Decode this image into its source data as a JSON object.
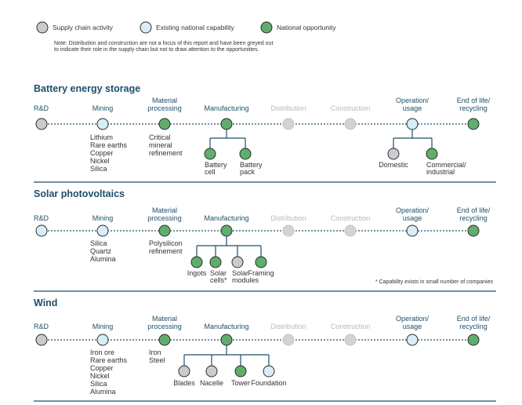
{
  "legend": {
    "items": [
      {
        "label": "Supply chain activity",
        "kind": "activity"
      },
      {
        "label": "Existing national capability",
        "kind": "existing"
      },
      {
        "label": "National opportunity",
        "kind": "opportunity"
      }
    ],
    "note_lines": [
      "Note: Distribution and construction are not a focus of this report and have been greyed out",
      "to indicate their role in the supply chain but not to draw attention to the opportunities."
    ]
  },
  "colors": {
    "activity_fill": "#c8ccd0",
    "existing_fill": "#d7eef8",
    "opportunity_fill": "#5fae6c",
    "greyed_fill": "#d3d3d3",
    "title": "#1d4f6b",
    "stage_label": "#1d4f6b",
    "greyed_label": "#b8b8b8",
    "line": "#1d4f6b"
  },
  "sections": [
    {
      "title": "Battery energy storage",
      "stages": [
        {
          "label": [
            "R&D"
          ],
          "kind": "activity"
        },
        {
          "label": [
            "Mining"
          ],
          "kind": "existing",
          "sub": [
            "Lithium",
            "Rare earths",
            "Copper",
            "Nickel",
            "Silica"
          ]
        },
        {
          "label": [
            "Material",
            "processing"
          ],
          "kind": "opportunity",
          "sub": [
            "Critical",
            "mineral",
            "refinement"
          ]
        },
        {
          "label": [
            "Manufacturing"
          ],
          "kind": "opportunity"
        },
        {
          "label": [
            "Distribution"
          ],
          "kind": "greyed"
        },
        {
          "label": [
            "Construction"
          ],
          "kind": "greyed"
        },
        {
          "label": [
            "Operation/",
            "usage"
          ],
          "kind": "existing"
        },
        {
          "label": [
            "End of life/",
            "recycling"
          ],
          "kind": "opportunity"
        }
      ],
      "branches": [
        {
          "stage": 3,
          "children": [
            {
              "label": [
                "Battery",
                "cell"
              ],
              "kind": "opportunity"
            },
            {
              "label": [
                "Battery",
                "pack"
              ],
              "kind": "opportunity"
            }
          ]
        },
        {
          "stage": 6,
          "children": [
            {
              "label": [
                "Domestic"
              ],
              "kind": "activity"
            },
            {
              "label": [
                "Commercial/",
                "industrial"
              ],
              "kind": "opportunity"
            }
          ]
        }
      ],
      "footnote": ""
    },
    {
      "title": "Solar photovoltaics",
      "stages": [
        {
          "label": [
            "R&D"
          ],
          "kind": "existing"
        },
        {
          "label": [
            "Mining"
          ],
          "kind": "existing",
          "sub": [
            "Silica",
            "Quartz",
            "Alumina"
          ]
        },
        {
          "label": [
            "Material",
            "processing"
          ],
          "kind": "opportunity",
          "sub": [
            "Polysilicon",
            "refinement"
          ]
        },
        {
          "label": [
            "Manufacturing"
          ],
          "kind": "opportunity"
        },
        {
          "label": [
            "Distribution"
          ],
          "kind": "greyed"
        },
        {
          "label": [
            "Construction"
          ],
          "kind": "greyed"
        },
        {
          "label": [
            "Operation/",
            "usage"
          ],
          "kind": "existing"
        },
        {
          "label": [
            "End of life/",
            "recycling"
          ],
          "kind": "opportunity"
        }
      ],
      "branches": [
        {
          "stage": 3,
          "children": [
            {
              "label": [
                "Ingots"
              ],
              "kind": "opportunity"
            },
            {
              "label": [
                "Solar",
                "cells*"
              ],
              "kind": "opportunity"
            },
            {
              "label": [
                "Solar",
                "modules"
              ],
              "kind": "activity"
            },
            {
              "label": [
                "Framing"
              ],
              "kind": "opportunity"
            }
          ]
        }
      ],
      "footnote": "* Capability exists in small number of companies"
    },
    {
      "title": "Wind",
      "stages": [
        {
          "label": [
            "R&D"
          ],
          "kind": "activity"
        },
        {
          "label": [
            "Mining"
          ],
          "kind": "existing",
          "sub": [
            "Iron ore",
            "Rare earths",
            "Copper",
            "Nickel",
            "Silica",
            "Alumina"
          ]
        },
        {
          "label": [
            "Material",
            "processing"
          ],
          "kind": "opportunity",
          "sub": [
            "Iron",
            "Steel"
          ]
        },
        {
          "label": [
            "Manufacturing"
          ],
          "kind": "opportunity"
        },
        {
          "label": [
            "Distribution"
          ],
          "kind": "greyed"
        },
        {
          "label": [
            "Construction"
          ],
          "kind": "greyed"
        },
        {
          "label": [
            "Operation/",
            "usage"
          ],
          "kind": "existing"
        },
        {
          "label": [
            "End of life/",
            "recycling"
          ],
          "kind": "opportunity"
        }
      ],
      "branches": [
        {
          "stage": 3,
          "children": [
            {
              "label": [
                "Blades"
              ],
              "kind": "activity"
            },
            {
              "label": [
                "Nacelle"
              ],
              "kind": "activity"
            },
            {
              "label": [
                "Tower"
              ],
              "kind": "opportunity"
            },
            {
              "label": [
                "Foundation"
              ],
              "kind": "existing"
            }
          ]
        }
      ],
      "footnote": ""
    }
  ]
}
